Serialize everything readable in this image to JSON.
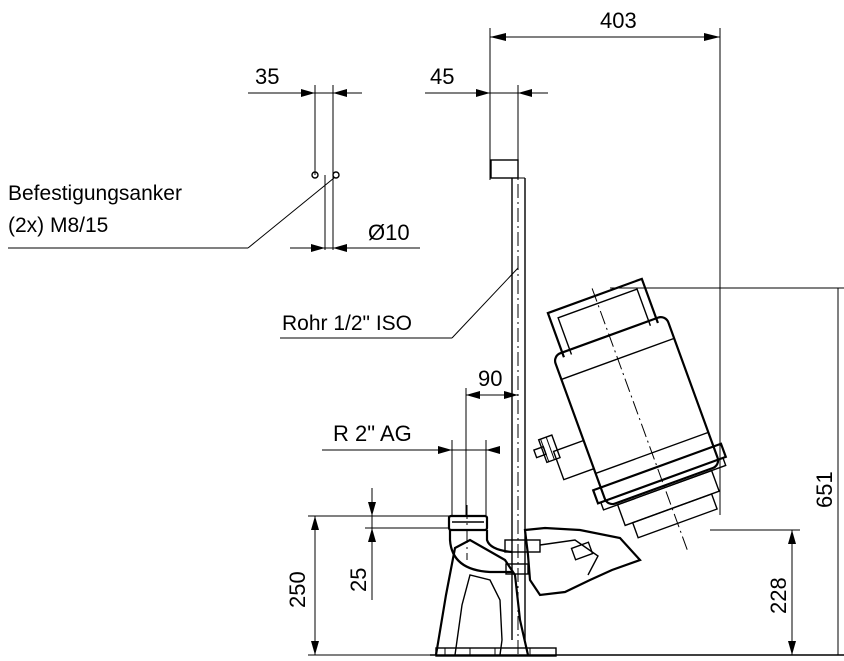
{
  "drawing": {
    "dimensions": {
      "overall_width": "403",
      "anchor_spacing": "35",
      "pipe_offset": "45",
      "hole_diameter": "Ø10",
      "outlet_offset": "90",
      "base_height": "250",
      "flange_height": "25",
      "motor_bottom_height": "228",
      "overall_height": "651"
    },
    "labels": {
      "anchor_line1": "Befestigungsanker",
      "anchor_line2": "(2x) M8/15",
      "pipe": "Rohr 1/2\" ISO",
      "thread": "R 2\" AG"
    }
  }
}
